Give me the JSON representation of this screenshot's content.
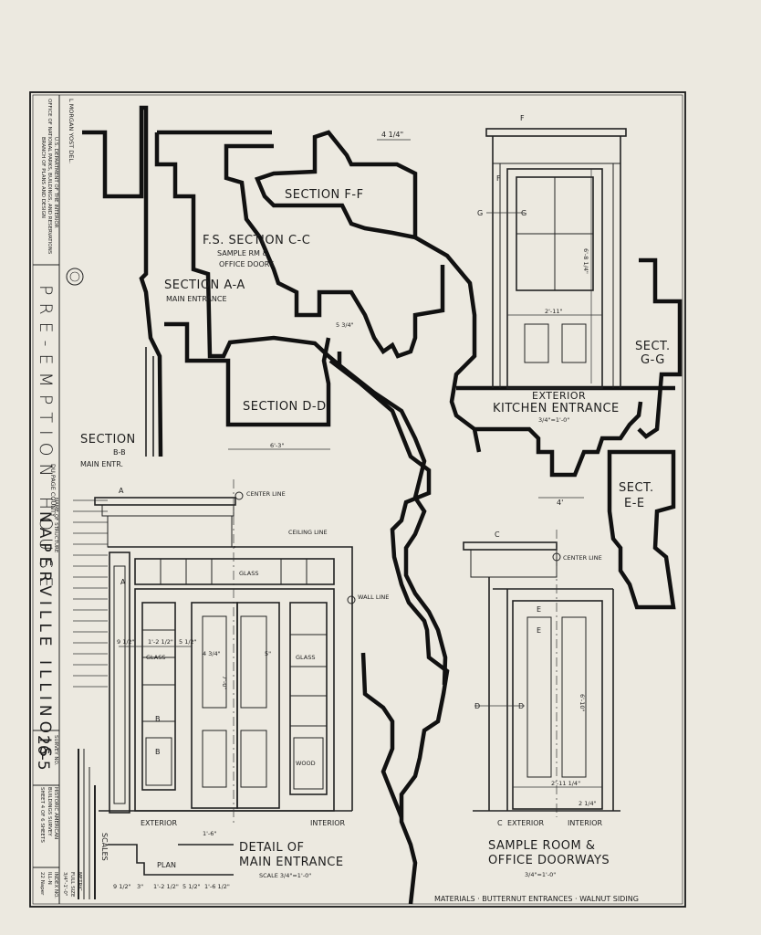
{
  "title_block": {
    "delineator": "L MORGAN YOST DEL.",
    "agency_line1": "U.S. DEPARTMENT OF THE INTERIOR",
    "agency_line2": "OFFICE OF NATIONAL PARKS, BUILDINGS, AND RESERVATIONS",
    "agency_line3": "BRANCH OF PLANS AND DESIGN",
    "structure_name": "PRE-EMPTION HOUSE",
    "name_of_structure_label": "NAME OF STRUCTURE",
    "county": "DU PAGE COUNTY",
    "city_state": "NAPERVILLE ILLINOIS",
    "survey_no_label": "SURVEY NO.",
    "survey_no": "26-5",
    "survey_name_line1": "HISTORIC AMERICAN",
    "survey_name_line2": "BUILDINGS SURVEY",
    "sheet_label": "SHEET 4 OF 6 SHEETS",
    "index_label": "INDEX NO.",
    "index_value": "ILL-N",
    "scale_note_1": "3/4\"-1'-0\"",
    "scale_note_2": "FULL SIZE",
    "scale_note_3": "METRIC",
    "index_small": "22 Naper"
  },
  "sections": {
    "f_f": "SECTION F-F",
    "c_c_line1": "F.S. SECTION C-C",
    "c_c_line2": "SAMPLE RM &",
    "c_c_line3": "OFFICE DOORS",
    "a_a_line1": "SECTION A-A",
    "a_a_line2": "MAIN ENTRANCE",
    "d_d": "SECTION D-D",
    "b_b_line1": "SECTION",
    "b_b_line2": "B-B",
    "b_b_line3": "MAIN ENTR.",
    "g_g_line1": "SECT.",
    "g_g_line2": "G-G",
    "e_e_line1": "SECT.",
    "e_e_line2": "E-E"
  },
  "kitchen": {
    "title_line1": "EXTERIOR",
    "title_line2": "KITCHEN ENTRANCE",
    "scale": "3/4\"=1'-0\"",
    "dim_width": "2'-11\"",
    "dim_height": "6'-8 1/4\"",
    "dim_top": "4 1/4\"",
    "dim_bottom": "4'",
    "letters": {
      "f1": "F",
      "f2": "F",
      "g1": "G",
      "g2": "G"
    }
  },
  "main_entrance": {
    "title_line1": "DETAIL OF",
    "title_line2": "MAIN ENTRANCE",
    "scale": "SCALE 3/4\"=1'-0\"",
    "center_line": "CENTER LINE",
    "ceiling_line": "CEILING LINE",
    "wall_line": "WALL LINE",
    "glass_top": "GLASS",
    "glass_left": "GLASS",
    "glass_right": "GLASS",
    "wood": "WOOD",
    "exterior": "EXTERIOR",
    "interior": "INTERIOR",
    "scales": "SCALES",
    "plan": "PLAN",
    "letters": {
      "a1": "A",
      "a2": "A",
      "b1": "B",
      "b2": "B"
    },
    "dims": {
      "d1": "9 1/2\"",
      "d2": "1'-2 1/2\"",
      "d3": "5 1/2\"",
      "d4": "4 3/4\"",
      "d5": "5\"",
      "d6": "7'-0\"",
      "plan_a": "1'-6\"",
      "plan_b": "9 1/2\"",
      "plan_c": "3\"",
      "plan_d": "1'-2 1/2\"",
      "plan_e": "5 1/2\"",
      "plan_f": "1'-6 1/2\"",
      "sec_dd": "6'-3\"",
      "sec_ff": "5 3/4\""
    }
  },
  "sample_room": {
    "title_line1": "SAMPLE ROOM &",
    "title_line2": "OFFICE DOORWAYS",
    "scale": "3/4\"=1'-0\"",
    "center_line": "CENTER LINE",
    "exterior": "EXTERIOR",
    "interior": "INTERIOR",
    "dim_width": "2'-11 1/4\"",
    "dim_height": "6'-10\"",
    "dim_right": "2 1/4\"",
    "letters": {
      "c1": "C",
      "c2": "C",
      "d1": "D",
      "d2": "D",
      "e1": "E",
      "e2": "E"
    }
  },
  "footer": {
    "materials": "MATERIALS · BUTTERNUT ENTRANCES · WALNUT SIDING"
  }
}
